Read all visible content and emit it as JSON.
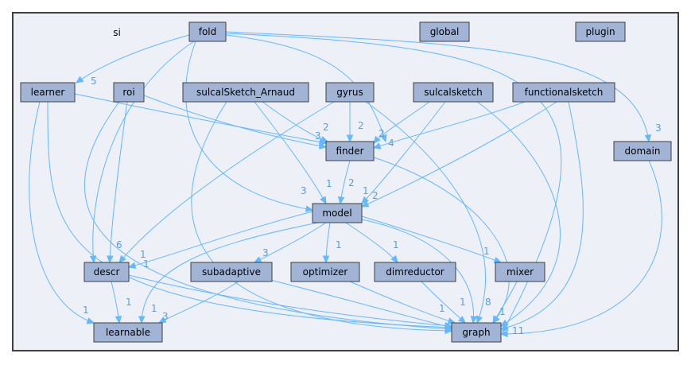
{
  "cluster": {
    "label": "si"
  },
  "nodes": {
    "fold": "fold",
    "global": "global",
    "plugin": "plugin",
    "learner": "learner",
    "roi": "roi",
    "sulcalsketch_arnaud": "sulcalSketch_Arnaud",
    "gyrus": "gyrus",
    "sulcalsketch": "sulcalsketch",
    "functionalsketch": "functionalsketch",
    "finder": "finder",
    "domain": "domain",
    "model": "model",
    "descr": "descr",
    "subadaptive": "subadaptive",
    "optimizer": "optimizer",
    "dimreductor": "dimreductor",
    "mixer": "mixer",
    "learnable": "learnable",
    "graph": "graph"
  },
  "edges": [
    {
      "from": "fold",
      "to": "learner",
      "label": "5"
    },
    {
      "from": "fold",
      "to": "descr",
      "label": ""
    },
    {
      "from": "fold",
      "to": "model",
      "label": "3"
    },
    {
      "from": "fold",
      "to": "finder",
      "label": ""
    },
    {
      "from": "fold",
      "to": "domain",
      "label": "3"
    },
    {
      "from": "fold",
      "to": "graph",
      "label": ""
    },
    {
      "from": "learner",
      "to": "finder",
      "label": "3"
    },
    {
      "from": "learner",
      "to": "learnable",
      "label": "1"
    },
    {
      "from": "learner",
      "to": "graph",
      "label": ""
    },
    {
      "from": "roi",
      "to": "finder",
      "label": ""
    },
    {
      "from": "roi",
      "to": "descr",
      "label": "6"
    },
    {
      "from": "roi",
      "to": "graph",
      "label": ""
    },
    {
      "from": "sulcalsketch_arnaud",
      "to": "finder",
      "label": "2"
    },
    {
      "from": "sulcalsketch_arnaud",
      "to": "model",
      "label": "1"
    },
    {
      "from": "sulcalsketch_arnaud",
      "to": "graph",
      "label": ""
    },
    {
      "from": "gyrus",
      "to": "finder",
      "label": "2"
    },
    {
      "from": "gyrus",
      "to": "descr",
      "label": "1"
    },
    {
      "from": "gyrus",
      "to": "graph",
      "label": ""
    },
    {
      "from": "sulcalsketch",
      "to": "finder",
      "label": "2"
    },
    {
      "from": "sulcalsketch",
      "to": "model",
      "label": "1"
    },
    {
      "from": "sulcalsketch",
      "to": "graph",
      "label": ""
    },
    {
      "from": "functionalsketch",
      "to": "finder",
      "label": "4"
    },
    {
      "from": "functionalsketch",
      "to": "model",
      "label": "2"
    },
    {
      "from": "functionalsketch",
      "to": "graph",
      "label": ""
    },
    {
      "from": "finder",
      "to": "model",
      "label": "2"
    },
    {
      "from": "finder",
      "to": "graph",
      "label": ""
    },
    {
      "from": "domain",
      "to": "graph",
      "label": "11"
    },
    {
      "from": "model",
      "to": "descr",
      "label": "1"
    },
    {
      "from": "model",
      "to": "subadaptive",
      "label": "3"
    },
    {
      "from": "model",
      "to": "optimizer",
      "label": "1"
    },
    {
      "from": "model",
      "to": "dimreductor",
      "label": "1"
    },
    {
      "from": "model",
      "to": "mixer",
      "label": "1"
    },
    {
      "from": "model",
      "to": "learnable",
      "label": "1"
    },
    {
      "from": "model",
      "to": "graph",
      "label": "8"
    },
    {
      "from": "descr",
      "to": "learnable",
      "label": "1"
    },
    {
      "from": "descr",
      "to": "graph",
      "label": ""
    },
    {
      "from": "subadaptive",
      "to": "learnable",
      "label": "3"
    },
    {
      "from": "subadaptive",
      "to": "graph",
      "label": ""
    },
    {
      "from": "optimizer",
      "to": "graph",
      "label": "1"
    },
    {
      "from": "dimreductor",
      "to": "graph",
      "label": "1"
    },
    {
      "from": "mixer",
      "to": "graph",
      "label": "1"
    }
  ]
}
